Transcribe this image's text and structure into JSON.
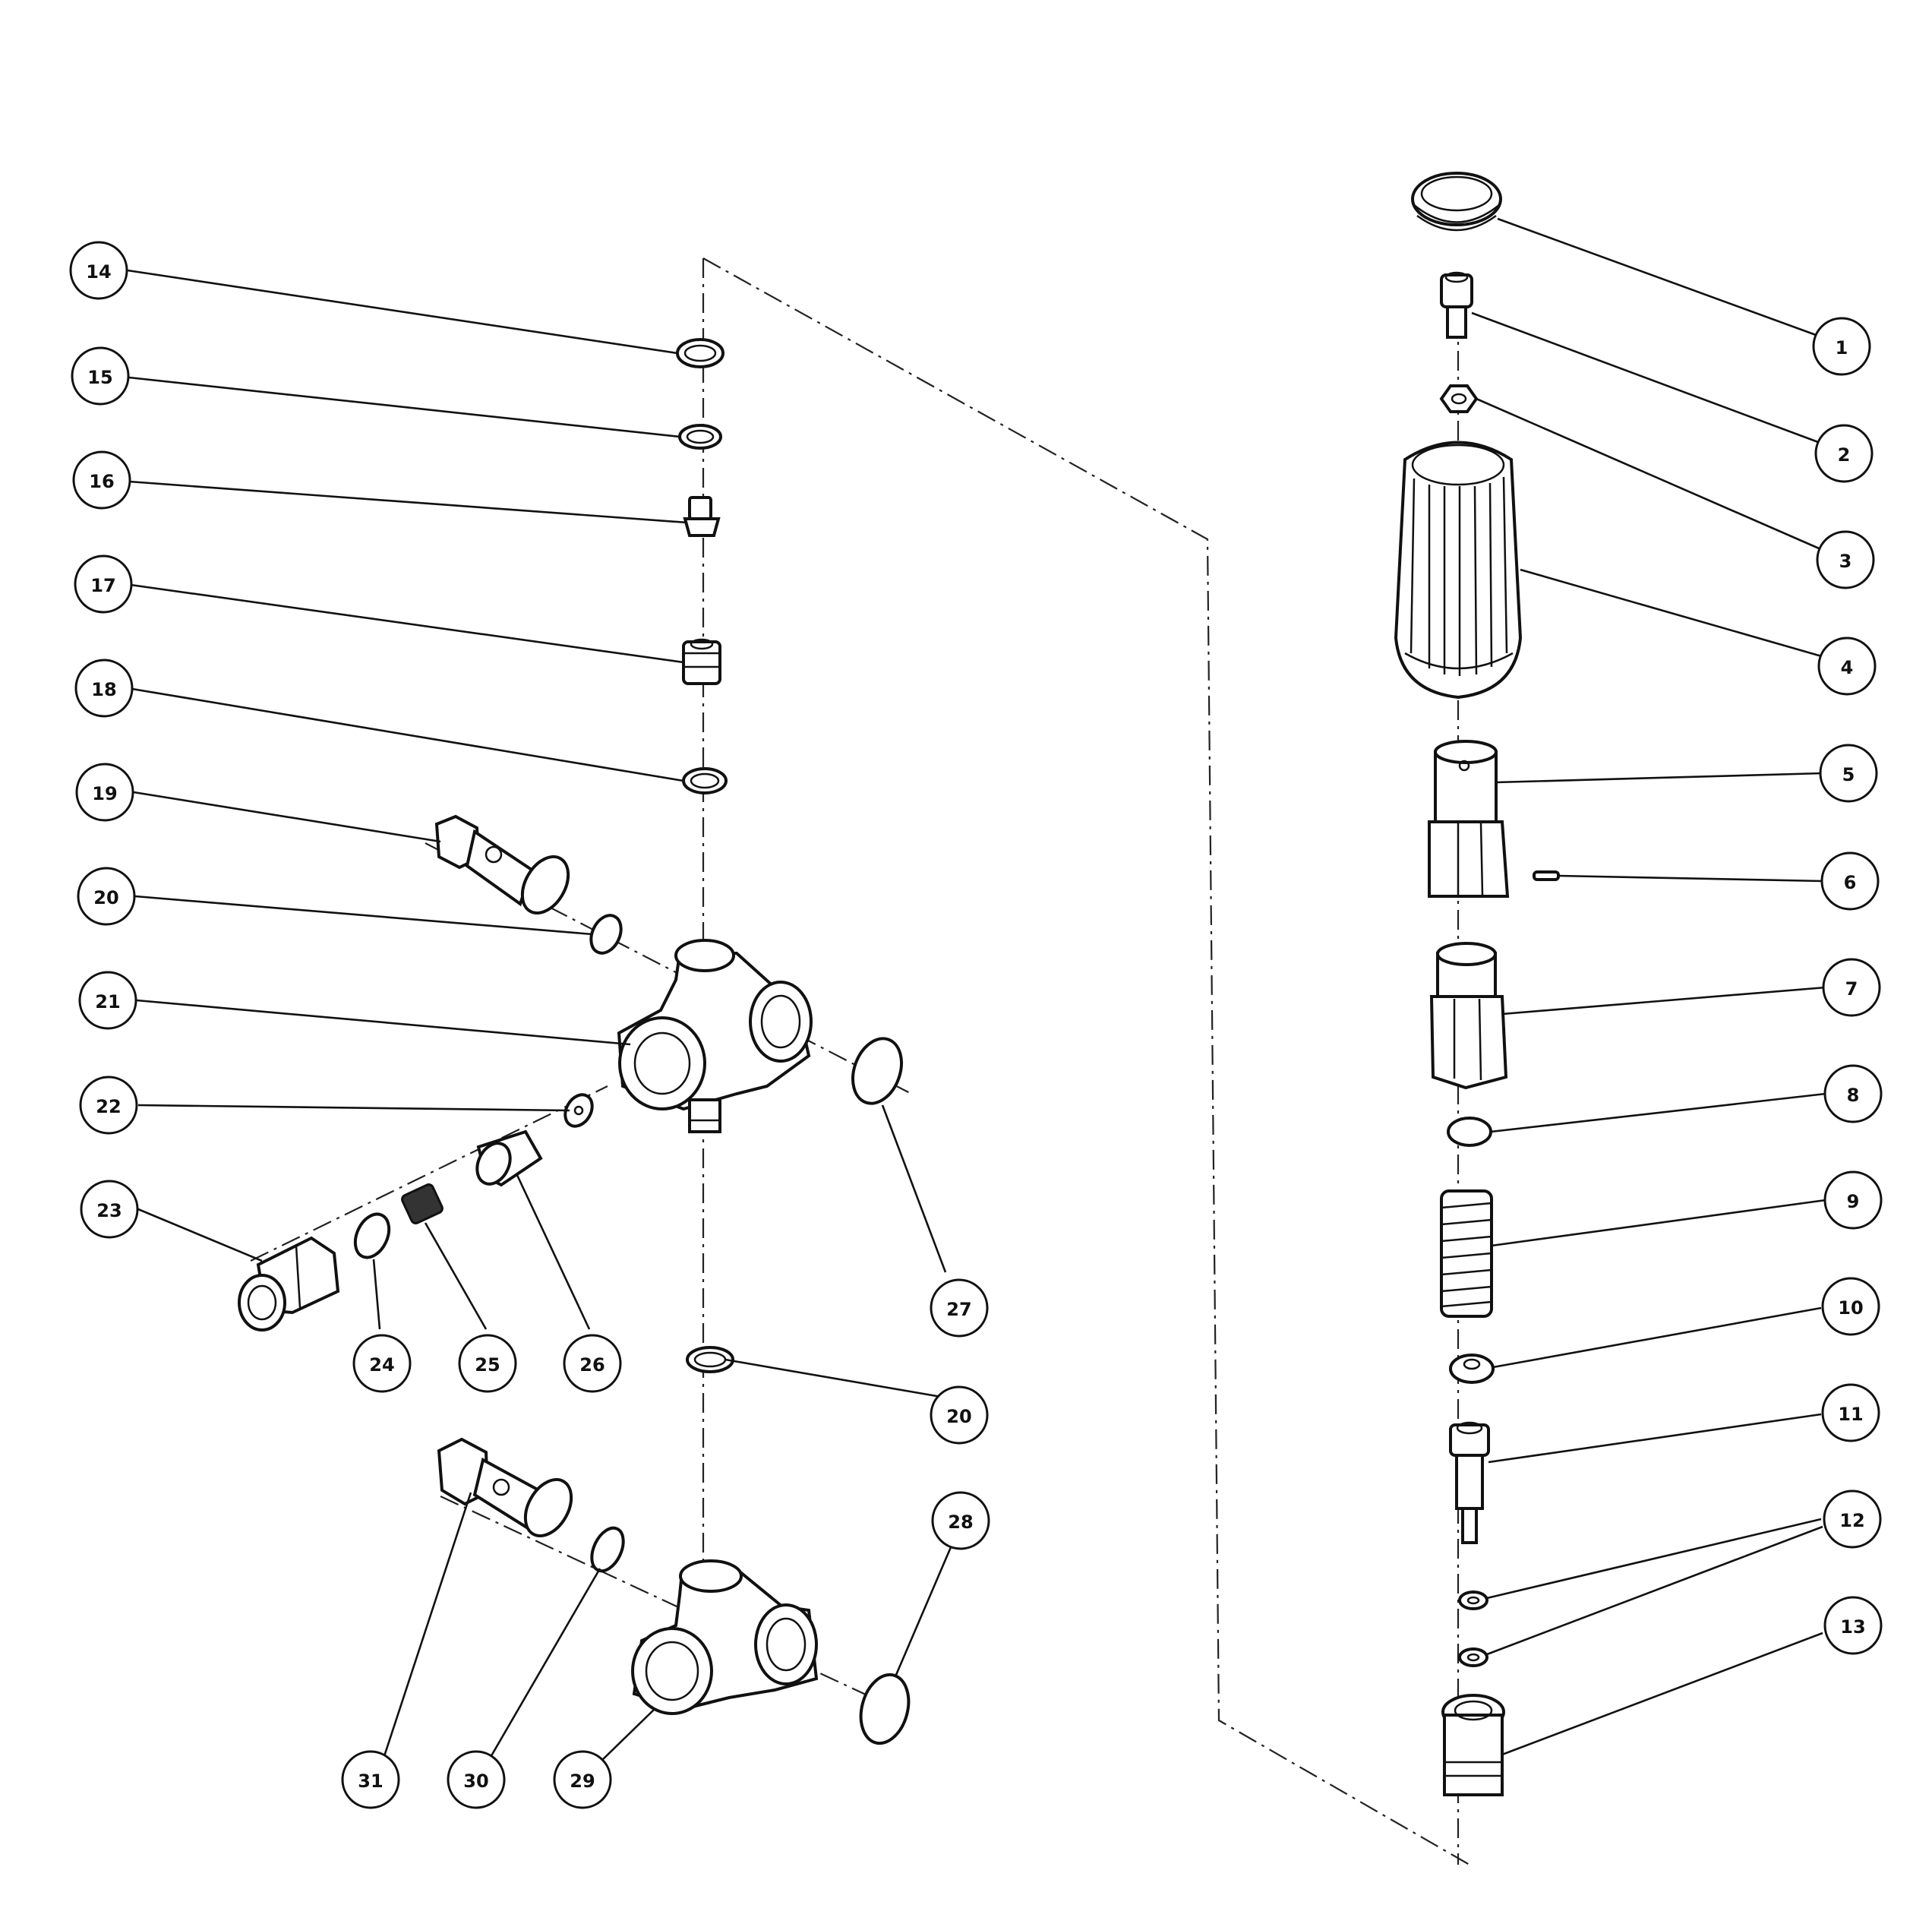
{
  "callouts": {
    "p1": "1",
    "p2": "2",
    "p3": "3",
    "p4": "4",
    "p5": "5",
    "p6": "6",
    "p7": "7",
    "p8": "8",
    "p9": "9",
    "p10": "10",
    "p11": "11",
    "p12": "12",
    "p13": "13",
    "p14": "14",
    "p15": "15",
    "p16": "16",
    "p17": "17",
    "p18": "18",
    "p19": "19",
    "p20a": "20",
    "p20b": "20",
    "p21": "21",
    "p22": "22",
    "p23": "23",
    "p24": "24",
    "p25": "25",
    "p26": "26",
    "p27": "27",
    "p28": "28",
    "p29": "29",
    "p30": "30",
    "p31": "31"
  },
  "colors": {
    "ink": "#111111",
    "paper": "#ffffff"
  }
}
